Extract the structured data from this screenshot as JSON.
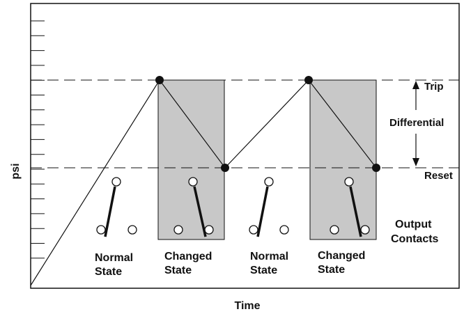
{
  "axes": {
    "y_label": "psi",
    "x_label": "Time"
  },
  "levels": {
    "trip": "Trip",
    "differential": "Differential",
    "reset": "Reset"
  },
  "output_contacts_label": [
    "Output",
    "Contacts"
  ],
  "states": [
    {
      "line1": "Normal",
      "line2": "State",
      "shaded": false
    },
    {
      "line1": "Changed",
      "line2": "State",
      "shaded": true
    },
    {
      "line1": "Normal",
      "line2": "State",
      "shaded": false
    },
    {
      "line1": "Changed",
      "line2": "State",
      "shaded": true
    }
  ],
  "colors": {
    "shade": "#c8c8c8",
    "line": "#111111"
  }
}
